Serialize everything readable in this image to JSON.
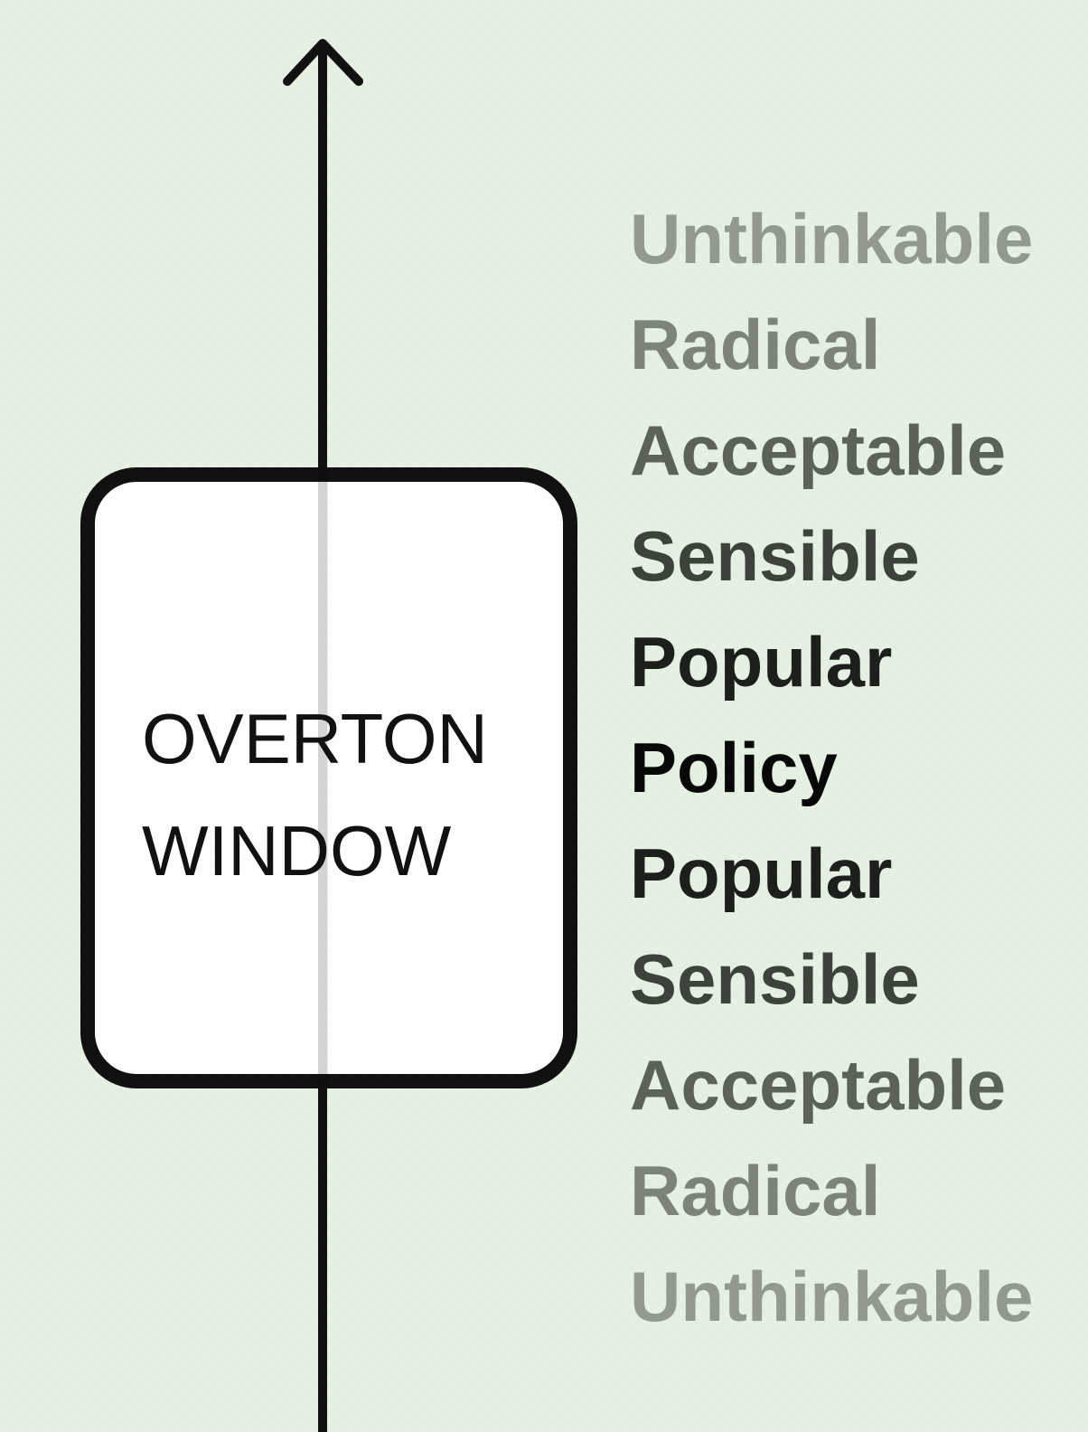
{
  "diagram": {
    "window_title_lines": [
      "OVERTON",
      "WINDOW"
    ],
    "levels": [
      {
        "label": "Unthinkable",
        "color": "#929a90"
      },
      {
        "label": "Radical",
        "color": "#7c847a"
      },
      {
        "label": "Acceptable",
        "color": "#5b6358"
      },
      {
        "label": "Sensible",
        "color": "#3c433b"
      },
      {
        "label": "Popular",
        "color": "#1b201b"
      },
      {
        "label": "Policy",
        "color": "#070907"
      },
      {
        "label": "Popular",
        "color": "#1b201b"
      },
      {
        "label": "Sensible",
        "color": "#3c433b"
      },
      {
        "label": "Acceptable",
        "color": "#5b6358"
      },
      {
        "label": "Radical",
        "color": "#7c847a"
      },
      {
        "label": "Unthinkable",
        "color": "#929a90"
      }
    ],
    "colors": {
      "background": "#e3efe0",
      "ink": "#111111",
      "window_fill": "#ffffff"
    }
  }
}
